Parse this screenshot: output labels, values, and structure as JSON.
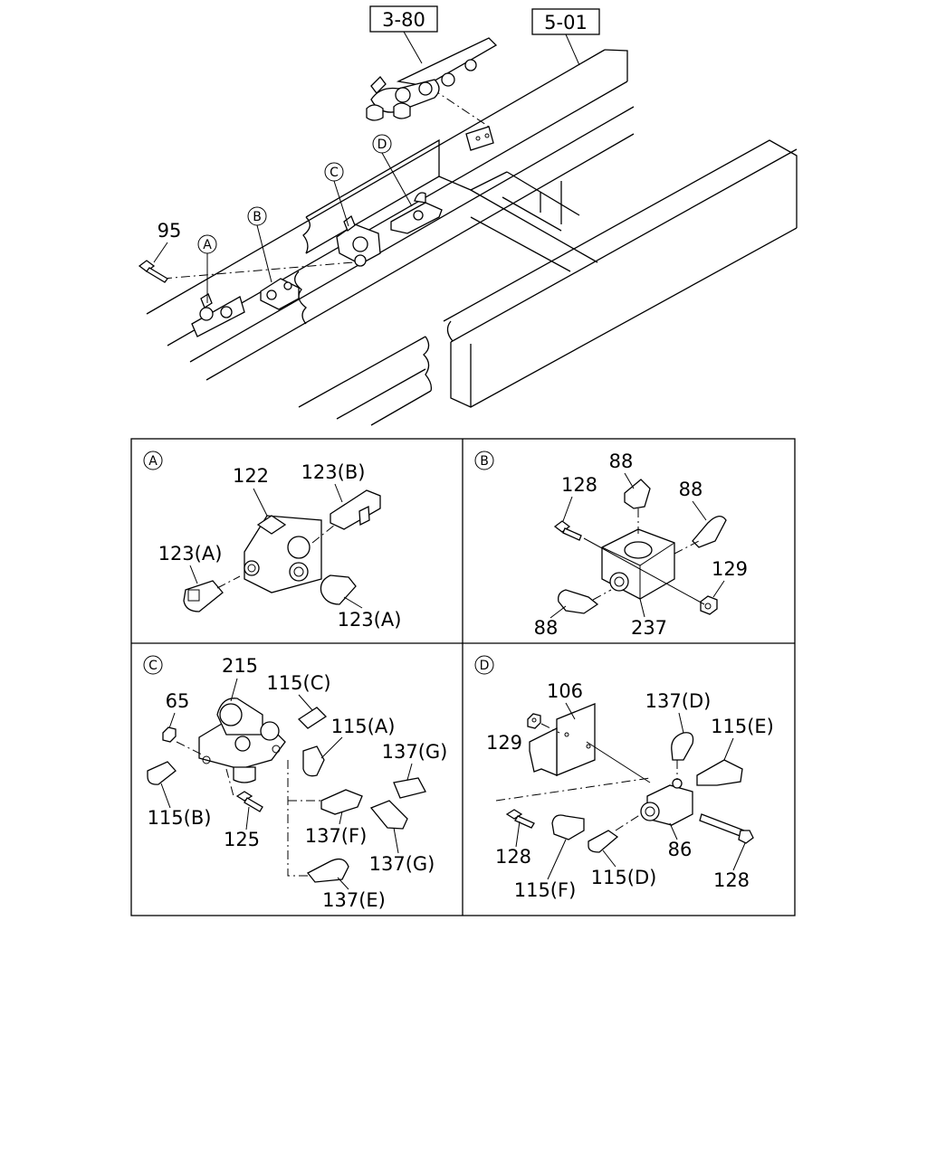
{
  "refs": {
    "ref_1": "3-80",
    "ref_2": "5-01"
  },
  "overview": {
    "bolt_95": "95",
    "callout_a": "A",
    "callout_b": "B",
    "callout_c": "C",
    "callout_d": "D"
  },
  "panel_a": {
    "id": "A",
    "labels": {
      "p122": "122",
      "p123b": "123(B)",
      "p123a_left": "123(A)",
      "p123a_right": "123(A)"
    }
  },
  "panel_b": {
    "id": "B",
    "labels": {
      "p88_top": "88",
      "p88_right": "88",
      "p88_bottom": "88",
      "p128": "128",
      "p129": "129",
      "p237": "237"
    }
  },
  "panel_c": {
    "id": "C",
    "labels": {
      "p215": "215",
      "p115c": "115(C)",
      "p65": "65",
      "p115a": "115(A)",
      "p137g_top": "137(G)",
      "p115b": "115(B)",
      "p137f": "137(F)",
      "p125": "125",
      "p137g_bottom": "137(G)",
      "p137e": "137(E)"
    }
  },
  "panel_d": {
    "id": "D",
    "labels": {
      "p106": "106",
      "p137d": "137(D)",
      "p115e": "115(E)",
      "p129": "129",
      "p128_left": "128",
      "p86": "86",
      "p128_right": "128",
      "p115f": "115(F)",
      "p115d": "115(D)"
    }
  }
}
